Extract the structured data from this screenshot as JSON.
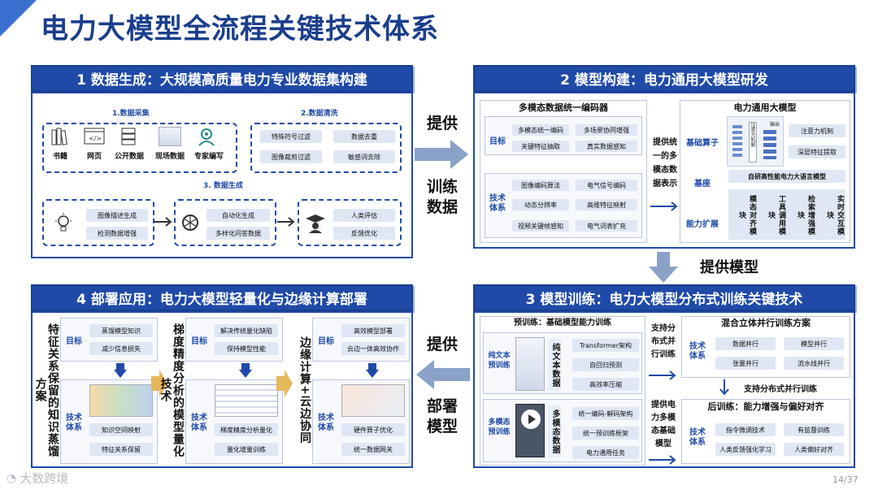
{
  "title": "电力大模型全流程关键技术体系",
  "page": "14/37",
  "watermark": "大数跨境",
  "s1": {
    "header": "1 数据生成：大规模高质量电力专业数据集构建",
    "collect": "1.数据采集",
    "clean": "2.数据清洗",
    "gen": "3. 数据生成",
    "icons": [
      "书籍",
      "网页",
      "公开数据",
      "现场数据",
      "专家编写"
    ],
    "clean_items": [
      "特殊符号过滤",
      "数据去重",
      "图像裁剪过滤",
      "敏感词去除"
    ],
    "gen_a": [
      "图像描述生成",
      "检测数据增强"
    ],
    "gen_b": [
      "自动化生成",
      "多样化问答数据"
    ],
    "gen_c": [
      "人类评估",
      "反馈优化"
    ]
  },
  "mid_top": {
    "a": "提供",
    "b": "训练\n数据"
  },
  "s2": {
    "header": "2 模型构建：电力通用大模型研发",
    "encoder": "多模态数据统一编码器",
    "target": "目标",
    "tech": "技术\n体系",
    "target_items": [
      "多模态统一编码",
      "多场景协同增强",
      "关键特征抽取",
      "真实数据感知"
    ],
    "tech_items": [
      "图像编码算法",
      "电气信号编码",
      "动态分辨率",
      "高维特征映射",
      "视频关键帧感知",
      "电气词表扩充"
    ],
    "link": "提供统\n一的多\n模态数\n据表示",
    "model": "电力通用大模型",
    "op": "基础算子",
    "base": "基座",
    "ext": "能力扩展",
    "op_items": [
      "注意力机制",
      "深层特征提取"
    ],
    "base_item": "自研高性能电力大语言模型",
    "ext_items": [
      "模态对齐模块",
      "工具调用模块",
      "检索增强模块",
      "实时交互模块"
    ],
    "diagram_labels": [
      "注意力机制",
      "输出"
    ]
  },
  "right_mid": "提供模型",
  "s3": {
    "header": "3 模型训练：电力大模型分布式训练关键技术",
    "pre": "预训练：基础模型能力训练",
    "text_pre": "纯文本\n预训练",
    "mm_pre": "多模态\n预训练",
    "text_data": "纯文本数据",
    "mm_data": "多模态数据",
    "text_items": [
      "Transformer架构",
      "自回归预测",
      "高效率压缩"
    ],
    "mm_items": [
      "统一编码-解码架构",
      "统一预训练框架",
      "电力通用任务"
    ],
    "support1": "支持分\n布式并\n行训练",
    "support2": "提供电\n力多模\n态基础\n模型",
    "mix": "混合立体并行训练方案",
    "tech": "技术\n体系",
    "mix_items": [
      "数据并行",
      "模型并行",
      "张量并行",
      "流水线并行"
    ],
    "support3": "支持分布式并行训练",
    "post": "后训练：能力增强与偏好对齐",
    "post_items": [
      "指令微调技术",
      "有监督训练",
      "人类反馈强化学习",
      "人类偏好对齐"
    ]
  },
  "mid_bot": {
    "a": "提供",
    "b": "部署\n模型"
  },
  "s4": {
    "header": "4 部署应用：电力大模型轻量化与边缘计算部署",
    "col1": "特征关系保留的知识蒸馏方案",
    "col2": "梯度精度分析的模型量化技术",
    "col3": "边缘计算+云边协同",
    "target": "目标",
    "tech": "技术\n体系",
    "c1_target": [
      "蒸馏模型知识",
      "减少信息损失"
    ],
    "c1_tech": [
      "知识空间映射",
      "特征关系保留"
    ],
    "c2_target": [
      "解决传统量化缺陷",
      "保持模型性能"
    ],
    "c2_tech": [
      "梯度精度分析量化",
      "量化增量训练"
    ],
    "c3_target": [
      "高效模型部署",
      "云边一体高效协作"
    ],
    "c3_tech": [
      "硬件算子优化",
      "统一数据网关"
    ]
  },
  "colors": {
    "primary": "#1f4aa8",
    "chip": "#dfe7f5",
    "arrow": "#8aa2c8"
  }
}
